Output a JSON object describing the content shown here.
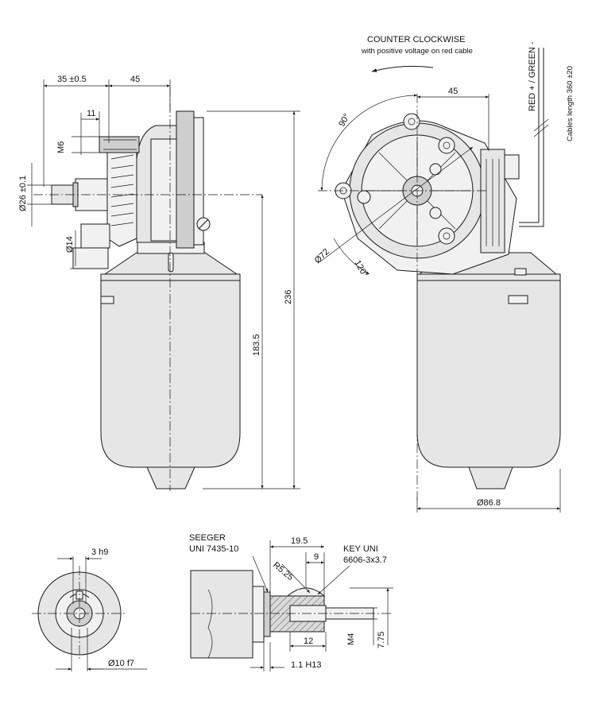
{
  "labels": {
    "dim_35": "35 ±0.5",
    "dim_45_left": "45",
    "dim_11": "11",
    "thread_m6": "M6",
    "dia_26": "Ø26 ±0.1",
    "dia_14": "Ø14",
    "dim_236": "236",
    "dim_183_5": "183.5",
    "rotation_title": "COUNTER CLOCKWISE",
    "rotation_sub": "with positive voltage on red cable",
    "cable_colors": "RED + / GREEN -",
    "cable_length": "Cables length 360 ±20",
    "dim_45_right": "45",
    "angle_90": "90°",
    "angle_120": "120°",
    "dia_72": "Ø72",
    "dia_86_8": "Ø86.8",
    "dim_3h9": "3 h9",
    "dia_10f7": "Ø10 f7",
    "seeger_line1": "SEEGER",
    "seeger_line2": "UNI 7435-10",
    "key_line1": "KEY UNI",
    "key_line2": "6606-3x3.7",
    "dim_19_5": "19.5",
    "dim_9": "9",
    "radius_5_25": "R5.25",
    "dim_12": "12",
    "thread_m4": "M4",
    "dim_7_75": "7.75",
    "dim_1_1h13": "1.1 H13"
  }
}
